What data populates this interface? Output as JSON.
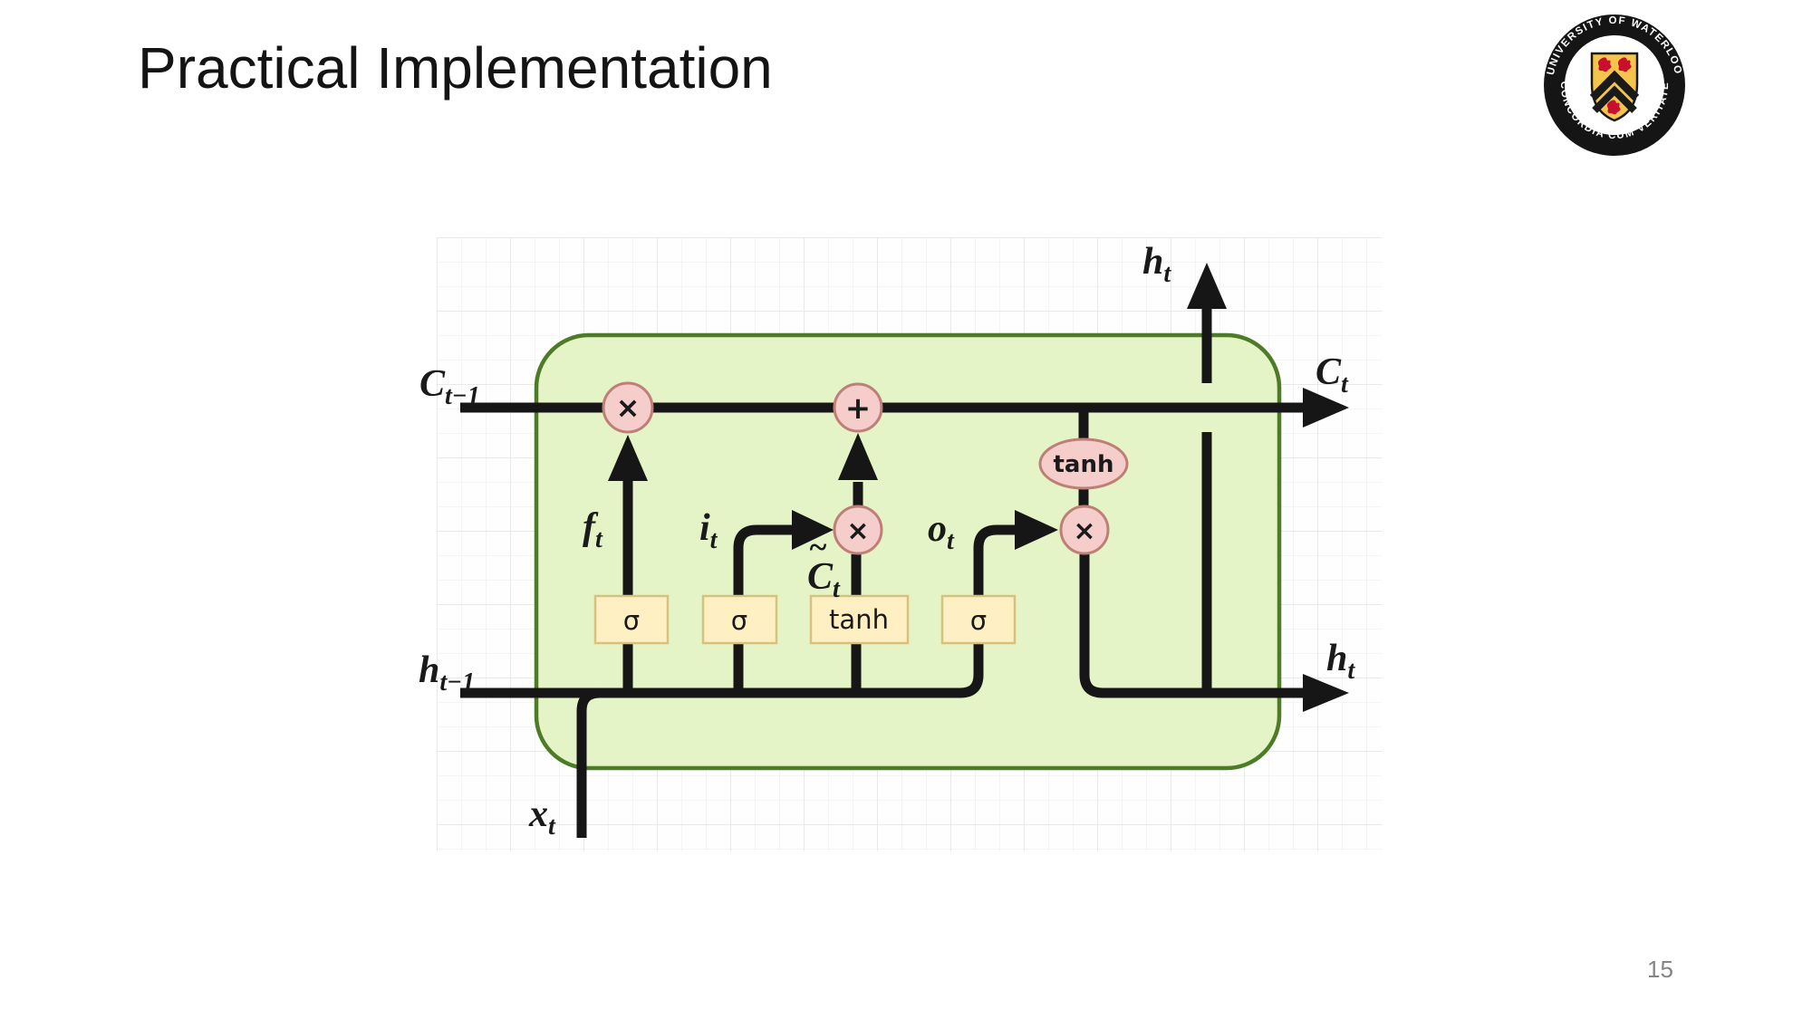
{
  "slide": {
    "title": "Practical Implementation",
    "page_number": "15"
  },
  "logo": {
    "ring_text_top": "UNIVERSITY OF WATERLOO",
    "ring_text_bottom": "CONCORDIA CUM VERITATE",
    "colors": {
      "ring": "#151515",
      "inner": "#ffffff",
      "shield_fill": "#f3c54d",
      "shield_stroke": "#1a1a1a",
      "chevron": "#1a1a1a",
      "lion": "#c8102e"
    }
  },
  "diagram": {
    "type": "lstm-cell",
    "colors": {
      "line": "#161616",
      "cell_fill": "#e4f4c6",
      "cell_stroke": "#4e7b27",
      "node_fill": "#f5cdcb",
      "node_stroke": "#bd7f76",
      "gate_fill": "#fff0c4",
      "gate_stroke": "#d8c17c",
      "text": "#1a1a1a"
    },
    "labels": {
      "c_prev": {
        "main": "C",
        "sub": "t−1"
      },
      "h_prev": {
        "main": "h",
        "sub": "t−1"
      },
      "x_in": {
        "main": "x",
        "sub": "t"
      },
      "f_gate": {
        "main": "f",
        "sub": "t"
      },
      "i_gate": {
        "main": "i",
        "sub": "t"
      },
      "o_gate": {
        "main": "o",
        "sub": "t"
      },
      "c_candidate": {
        "main": "C",
        "sub": "t",
        "tilde": "~"
      },
      "h_out_top": {
        "main": "h",
        "sub": "t"
      },
      "c_out": {
        "main": "C",
        "sub": "t"
      },
      "h_out_right": {
        "main": "h",
        "sub": "t"
      }
    },
    "gates": [
      {
        "label": "σ"
      },
      {
        "label": "σ"
      },
      {
        "label": "tanh"
      },
      {
        "label": "σ"
      }
    ],
    "nodes": {
      "forget_multiply": "×",
      "add": "+",
      "candidate_multiply": "×",
      "tanh": "tanh",
      "output_multiply": "×"
    }
  }
}
